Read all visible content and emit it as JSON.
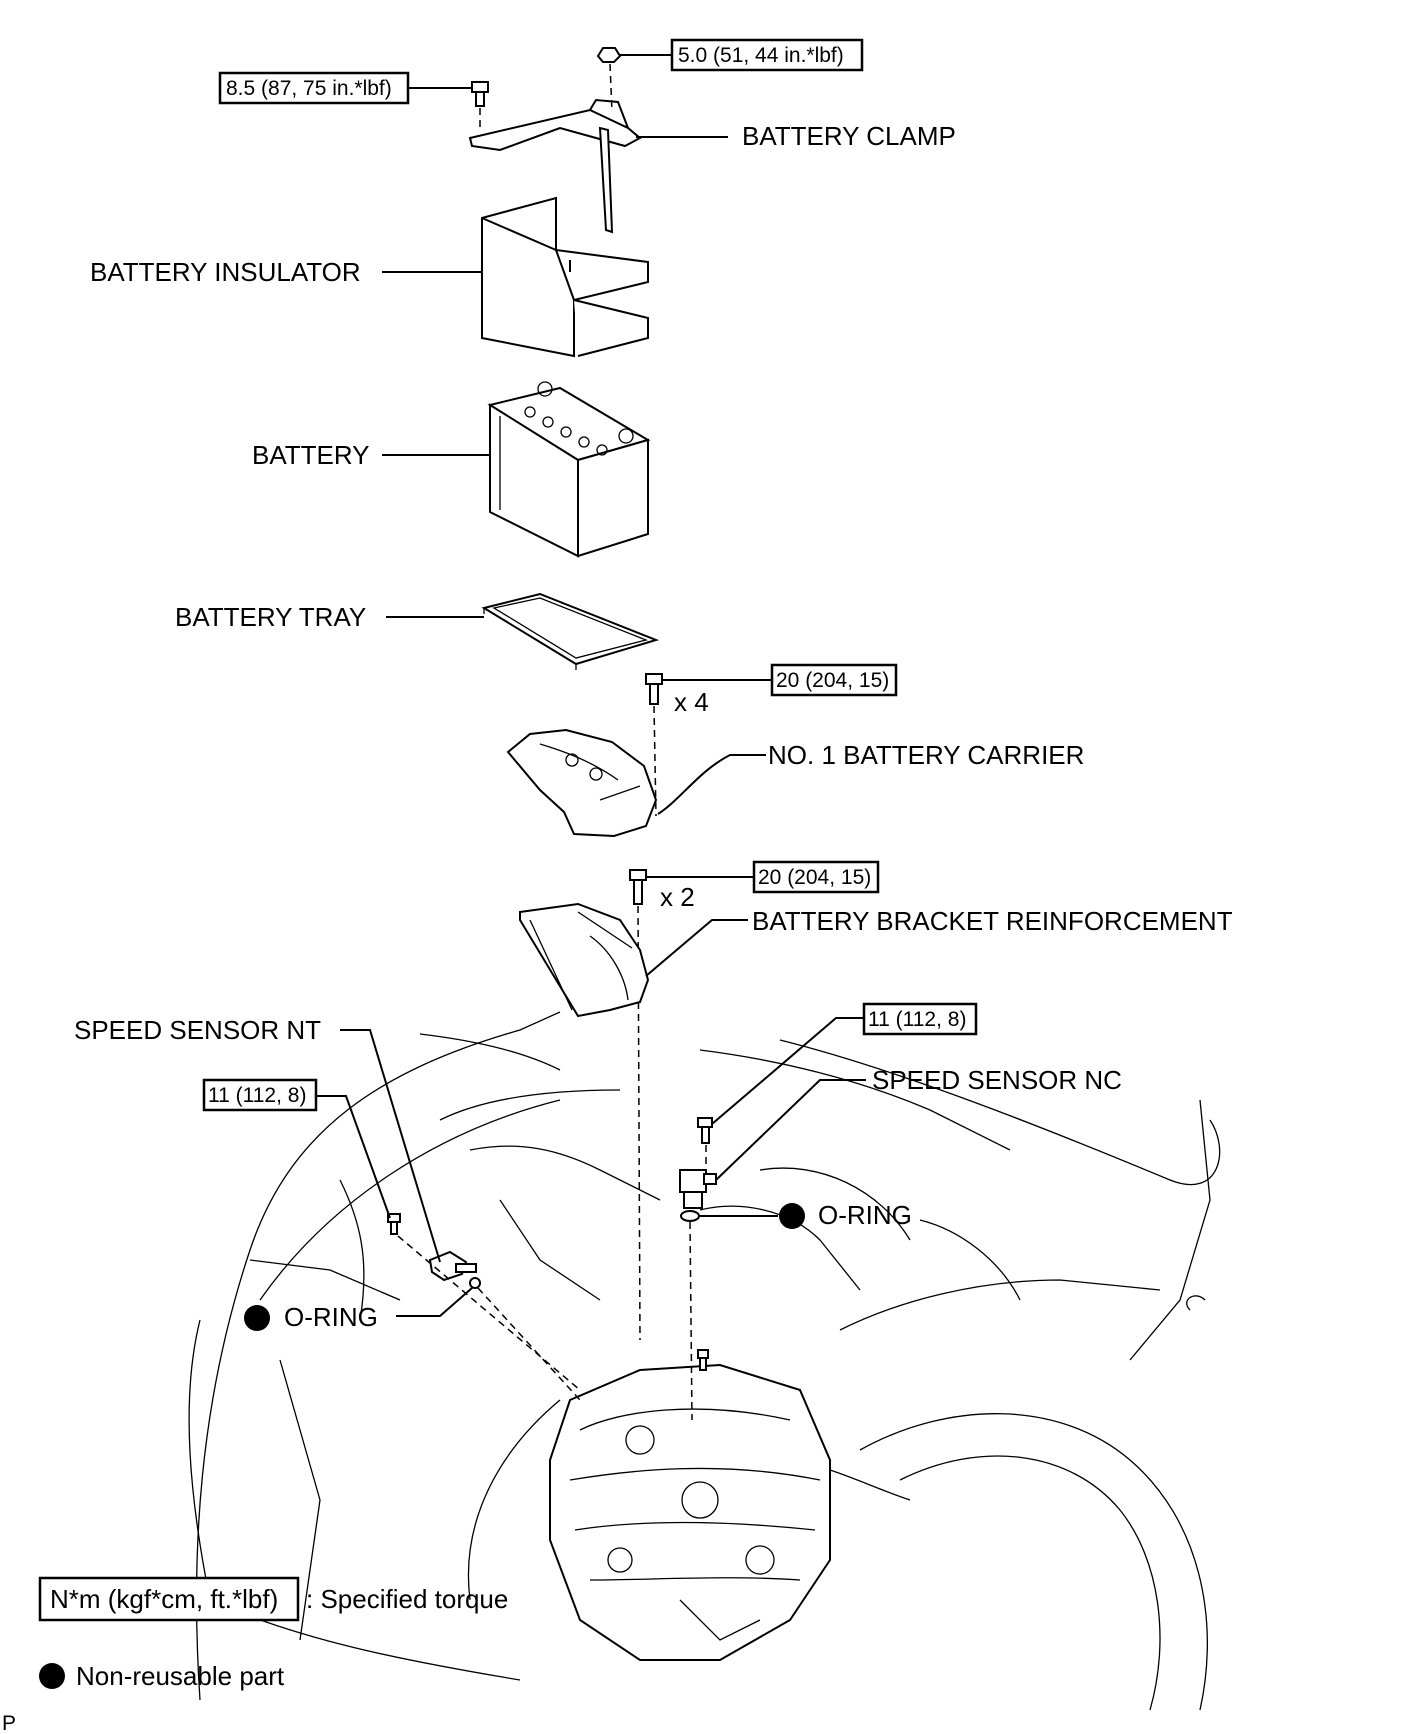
{
  "parts": {
    "battery_clamp": "BATTERY CLAMP",
    "battery_insulator": "BATTERY INSULATOR",
    "battery": "BATTERY",
    "battery_tray": "BATTERY TRAY",
    "battery_carrier": "NO. 1 BATTERY CARRIER",
    "bracket_reinforcement": "BATTERY BRACKET REINFORCEMENT",
    "speed_sensor_nt": "SPEED SENSOR NT",
    "speed_sensor_nc": "SPEED SENSOR NC",
    "o_ring_left": "O-RING",
    "o_ring_right": "O-RING"
  },
  "torques": {
    "clamp_nut": "5.0 (51, 44 in.*lbf)",
    "clamp_bolt": "8.5 (87, 75 in.*lbf)",
    "carrier_bolt": "20 (204, 15)",
    "reinforcement_bolt": "20 (204, 15)",
    "nc_sensor_bolt": "11 (112, 8)",
    "nt_sensor_bolt": "11 (112, 8)"
  },
  "quantities": {
    "carrier_bolt_qty": "x 4",
    "reinforcement_bolt_qty": "x 2"
  },
  "legend": {
    "torque_unit_box": "N*m (kgf*cm, ft.*lbf)",
    "torque_desc": ": Specified torque",
    "non_reusable": "Non-reusable part"
  },
  "footer_code": "P"
}
